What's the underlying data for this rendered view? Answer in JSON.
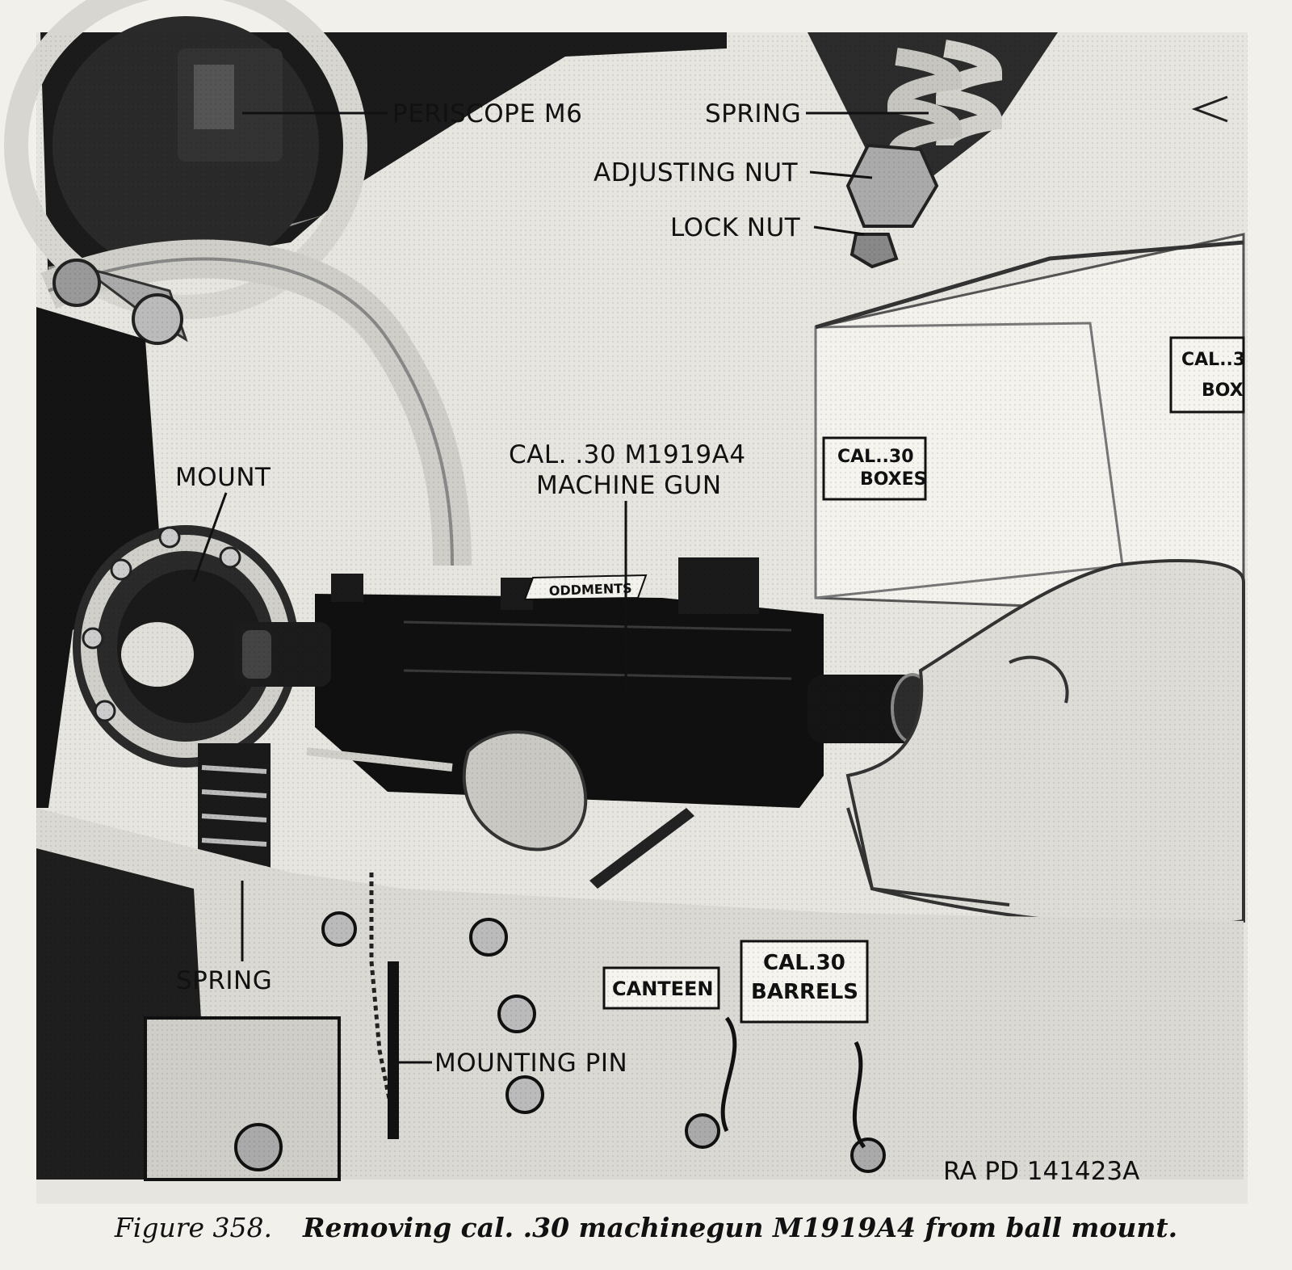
{
  "labels": {
    "periscope": "PERISCOPE M6",
    "spring_top": "SPRING",
    "adjusting_nut": "ADJUSTING NUT",
    "lock_nut": "LOCK NUT",
    "mount": "MOUNT",
    "gun_line1": "CAL. .30 M1919A4",
    "gun_line2": "MACHINE GUN",
    "spring_bottom": "SPRING",
    "mounting_pin": "MOUNTING PIN"
  },
  "box_labels": {
    "cal30_boxes_line1": "CAL..30",
    "cal30_boxes_line2": "BOXES",
    "cal3_box_line1": "CAL..3",
    "cal3_box_line2": "BOX",
    "canteen": "CANTEEN",
    "barrels_line1": "CAL.30",
    "barrels_line2": "BARRELS",
    "oddments": "ODDMENTS"
  },
  "reference": "RA PD 141423A",
  "caption": {
    "figure": "Figure 358.",
    "text": "Removing cal. .30 machinegun M1919A4 from ball mount."
  }
}
